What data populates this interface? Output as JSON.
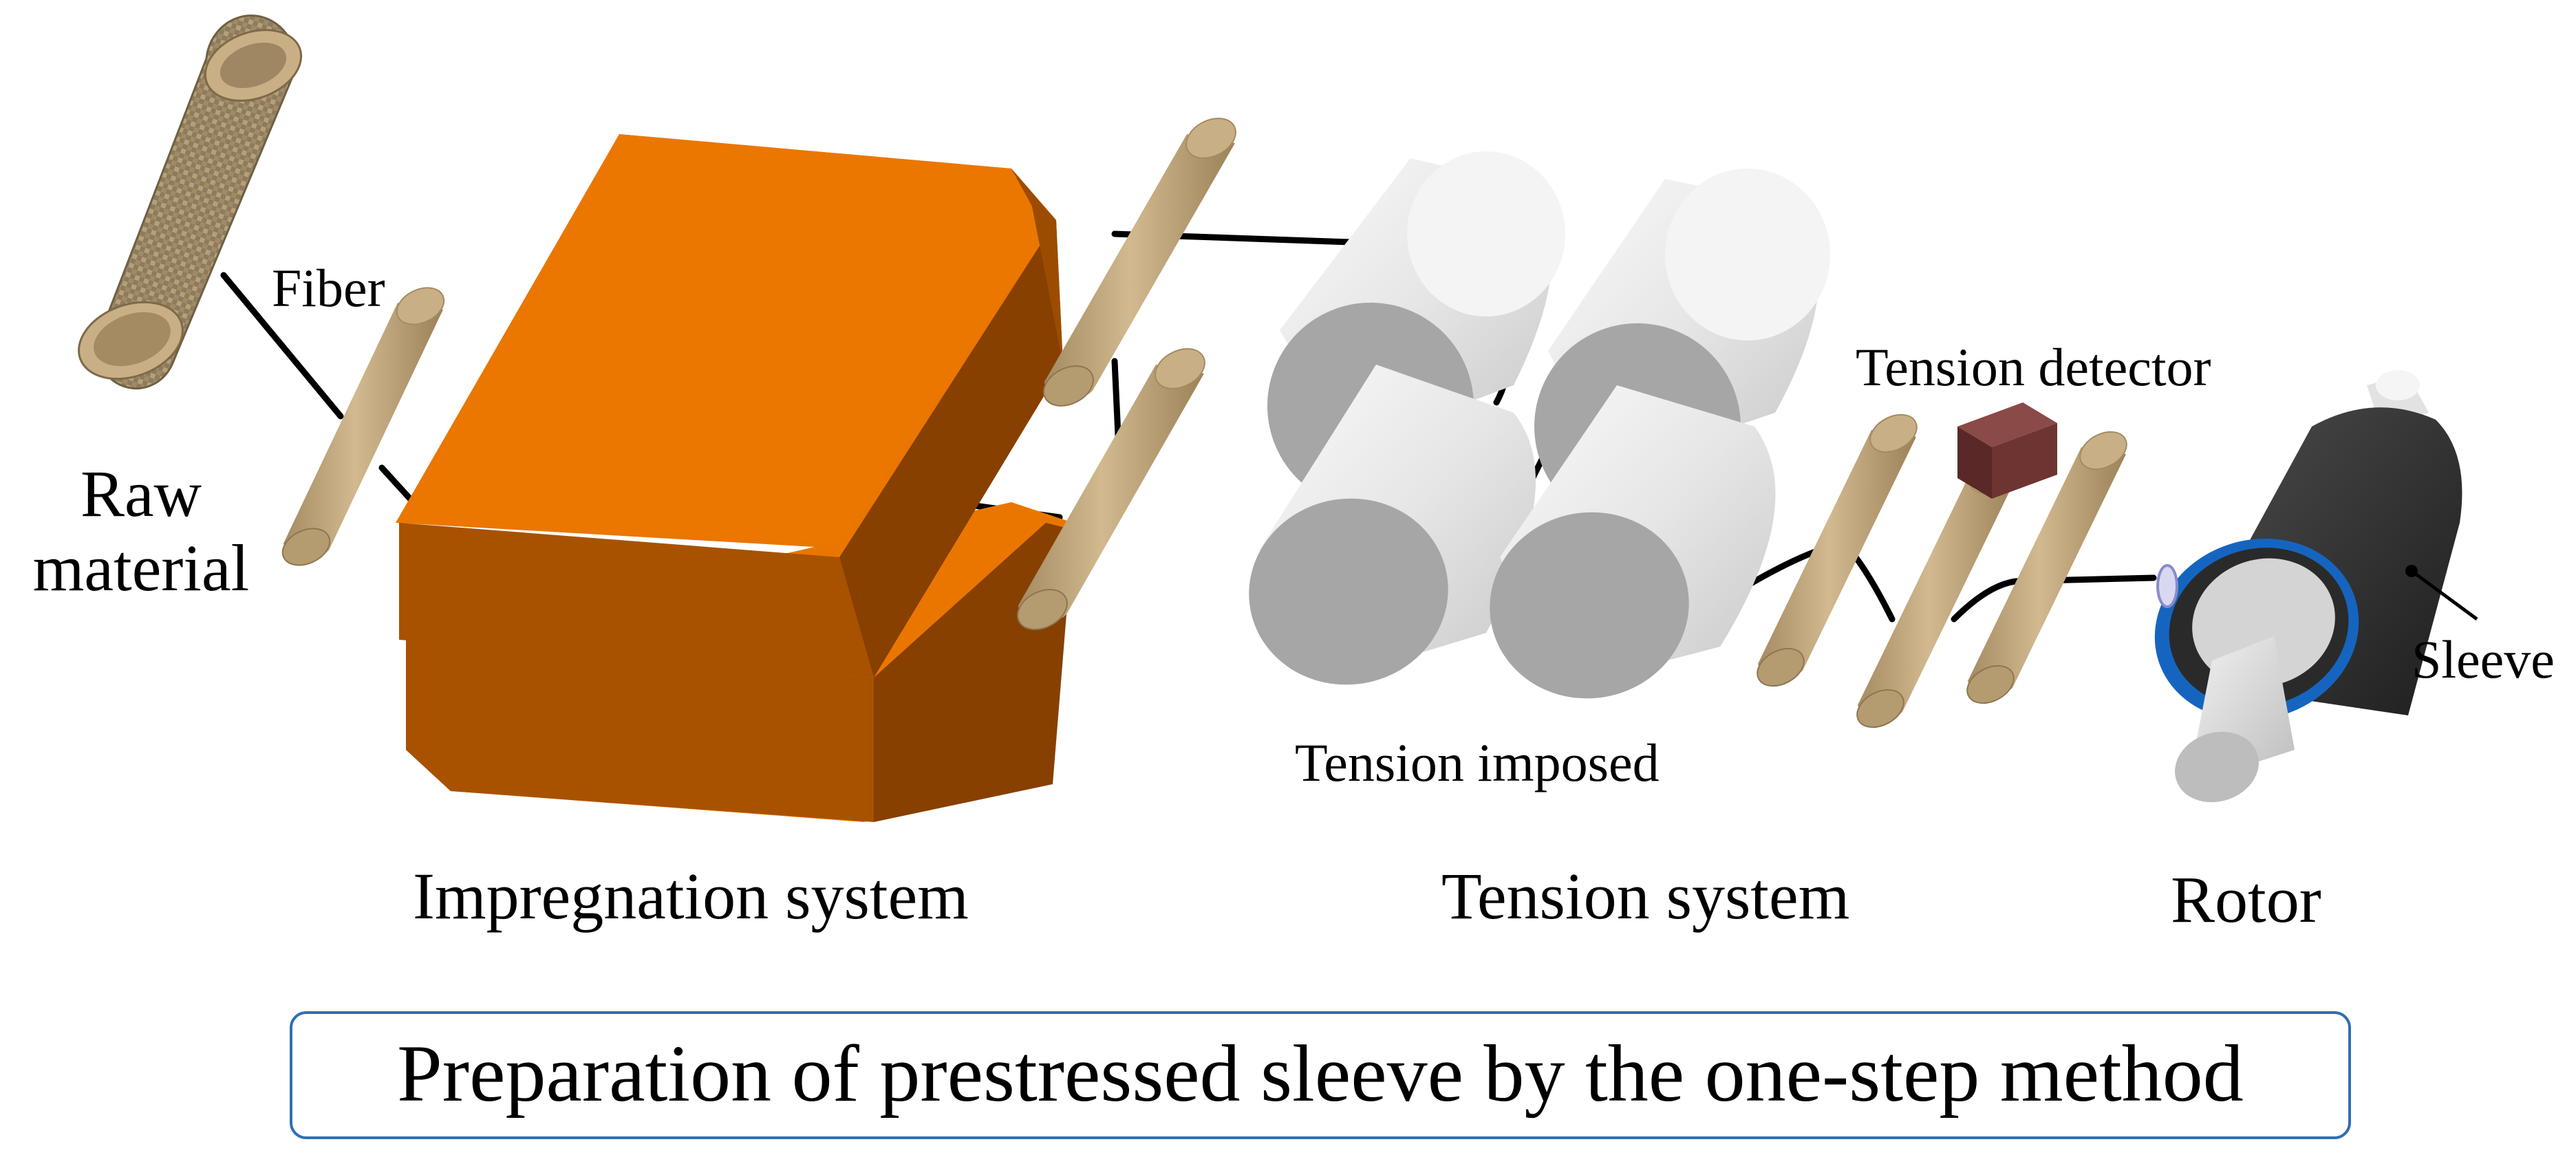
{
  "labels": {
    "raw_material_line1": "Raw",
    "raw_material_line2": "material",
    "fiber": "Fiber",
    "impregnation_system": "Impregnation system",
    "tension_imposed": "Tension imposed",
    "tension_system": "Tension system",
    "tension_detector": "Tension detector",
    "rotor": "Rotor",
    "sleeve": "Sleeve"
  },
  "caption": "Preparation of prestressed sleeve by the one-step method",
  "colors": {
    "guide_roller": "#C9AF86",
    "guide_roller_dark": "#A48B62",
    "impregnation_top": "#EA7600",
    "impregnation_side": "#A85200",
    "impregnation_dark": "#874000",
    "tension_drum_body": "#EDEDED",
    "tension_drum_face": "#A6A6A6",
    "detector": "#6E3432",
    "sleeve_body": "#2E2E2E",
    "sleeve_ring": "#1565C0",
    "fiber_line": "#000000",
    "caption_border": "#2F6FB5",
    "spool": "#8E7B5E"
  },
  "icons": {
    "spool": "raw-material-spool-icon",
    "roller": "guide-roller-icon",
    "bath": "impregnation-bath-icon",
    "drum": "tension-drum-icon",
    "detector": "tension-detector-icon",
    "rotor": "rotor-icon"
  }
}
